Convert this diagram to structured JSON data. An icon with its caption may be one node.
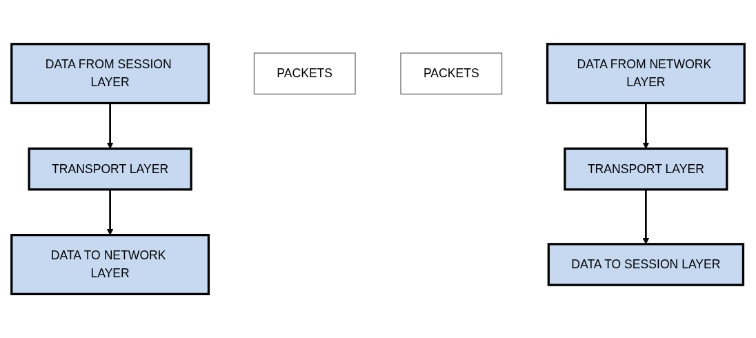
{
  "diagram": {
    "nodes": [
      {
        "text": [
          "DATA FROM SESSION LAYER"
        ]
      },
      {
        "text": [
          "TRANSPORT LAYER"
        ]
      },
      {
        "text": [
          "PACKETS"
        ]
      },
      {
        "text": [
          "DATA TO NETWORK LAYER"
        ]
      },
      {
        "text": [
          "DATA TO SESSION LAYER"
        ]
      },
      {
        "text": [
          "TRANSPORT LAYER"
        ]
      },
      {
        "text": [
          "PACKETS"
        ]
      },
      {
        "text": [
          "DATA FROM NETWORK LAYER"
        ]
      }
    ],
    "edges": [
      {
        "from": 0,
        "to": 1,
        "arrow": "to"
      },
      {
        "from": 1,
        "to": 3,
        "arrow": "to"
      },
      {
        "from": 7,
        "to": 5,
        "arrow": "to"
      },
      {
        "from": 5,
        "to": 4,
        "arrow": "to"
      }
    ]
  }
}
